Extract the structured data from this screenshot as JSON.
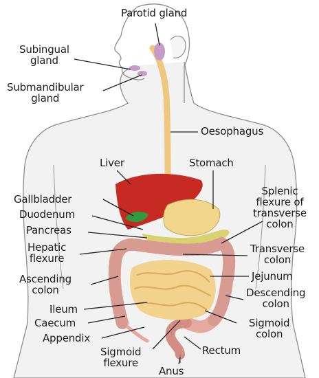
{
  "labels": {
    "parotid": "Parotid gland",
    "sublingual": "Subingual\ngland",
    "submandibular": "Submandibular\ngland",
    "oesophagus": "Oesophagus",
    "liver": "Liver",
    "stomach": "Stomach",
    "gallbladder": "Gallbladder",
    "duodenum": "Duodenum",
    "pancreas": "Pancreas",
    "splenic": "Splenic\nflexure of\ntransverse\ncolon",
    "hepatic": "Hepatic\nflexure",
    "transverse": "Transverse\ncolon",
    "ascending": "Ascending\ncolon",
    "jejunum": "Jejunum",
    "descending": "Descending\ncolon",
    "ileum": "Ileum",
    "caecum": "Caecum",
    "sigmoid_colon": "Sigmoid\ncolon",
    "appendix": "Appendix",
    "sigmoid_flexure": "Sigmoid\nflexure",
    "rectum": "Rectum",
    "anus": "Anus"
  },
  "colors": {
    "body_outline": "#8c8c8c",
    "body_fill": "#f2f2f2",
    "oesophagus": "#f0c77e",
    "liver": "#c62a23",
    "gallbladder": "#2f9a3e",
    "stomach": "#f0d58a",
    "pancreas": "#d9d36f",
    "colon": "#e6a9a0",
    "small_intestine": "#f3d28e",
    "gland": "#c79bc7",
    "leader": "#222222"
  }
}
